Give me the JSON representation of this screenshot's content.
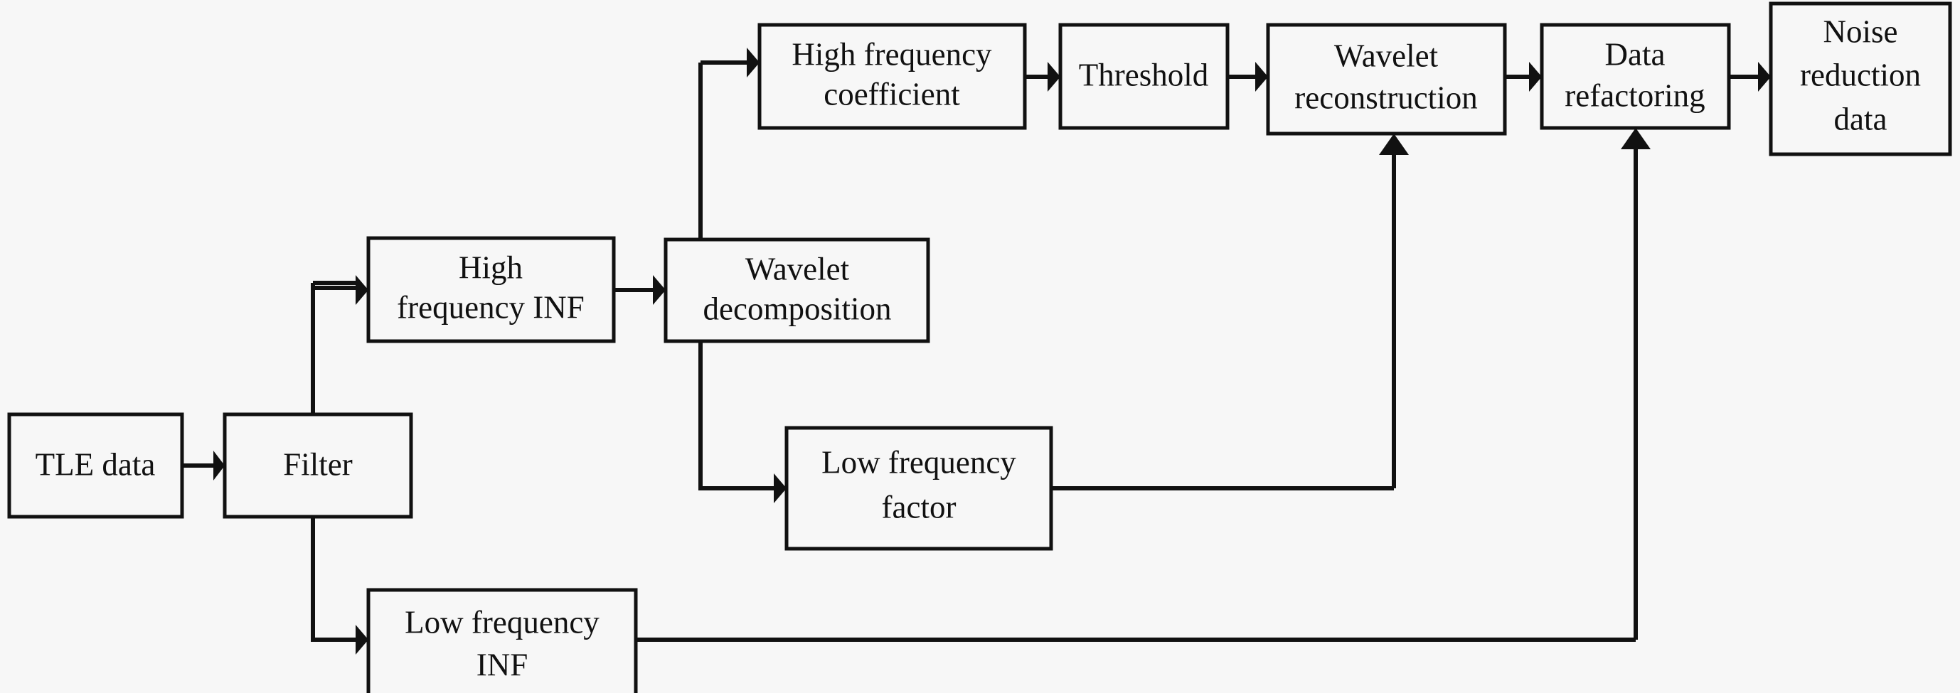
{
  "diagram": {
    "title": "TLE data wavelet noise reduction flowchart",
    "background_color": "#f7f7f7",
    "line_color": "#111111",
    "text_color": "#111111",
    "nodes": [
      {
        "id": "tle-data",
        "label_line1": "TLE data",
        "label_line2": "",
        "label_line3": ""
      },
      {
        "id": "filter",
        "label_line1": "Filter",
        "label_line2": "",
        "label_line3": ""
      },
      {
        "id": "high-frequency-inf",
        "label_line1": "High",
        "label_line2": "frequency INF",
        "label_line3": ""
      },
      {
        "id": "wavelet-decomposition",
        "label_line1": "Wavelet",
        "label_line2": "decomposition",
        "label_line3": ""
      },
      {
        "id": "high-frequency-coefficient",
        "label_line1": "High frequency",
        "label_line2": "coefficient",
        "label_line3": ""
      },
      {
        "id": "threshold",
        "label_line1": "Threshold",
        "label_line2": "",
        "label_line3": ""
      },
      {
        "id": "wavelet-reconstruction",
        "label_line1": "Wavelet",
        "label_line2": "reconstruction",
        "label_line3": ""
      },
      {
        "id": "data-refactoring",
        "label_line1": "Data",
        "label_line2": "refactoring",
        "label_line3": ""
      },
      {
        "id": "noise-reduction-data",
        "label_line1": "Noise",
        "label_line2": "reduction",
        "label_line3": "data"
      },
      {
        "id": "low-frequency-factor",
        "label_line1": "Low frequency",
        "label_line2": "factor",
        "label_line3": ""
      },
      {
        "id": "low-frequency-inf",
        "label_line1": "Low frequency",
        "label_line2": "INF",
        "label_line3": ""
      }
    ],
    "edges": [
      {
        "from": "tle-data",
        "to": "filter"
      },
      {
        "from": "filter",
        "to": "high-frequency-inf"
      },
      {
        "from": "filter",
        "to": "low-frequency-inf"
      },
      {
        "from": "high-frequency-inf",
        "to": "wavelet-decomposition"
      },
      {
        "from": "wavelet-decomposition",
        "to": "high-frequency-coefficient"
      },
      {
        "from": "wavelet-decomposition",
        "to": "low-frequency-factor"
      },
      {
        "from": "high-frequency-coefficient",
        "to": "threshold"
      },
      {
        "from": "threshold",
        "to": "wavelet-reconstruction"
      },
      {
        "from": "low-frequency-factor",
        "to": "wavelet-reconstruction"
      },
      {
        "from": "wavelet-reconstruction",
        "to": "data-refactoring"
      },
      {
        "from": "low-frequency-inf",
        "to": "data-refactoring"
      },
      {
        "from": "data-refactoring",
        "to": "noise-reduction-data"
      }
    ]
  }
}
